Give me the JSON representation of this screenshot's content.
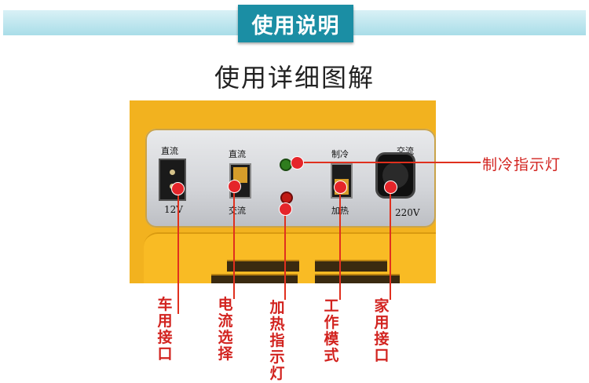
{
  "header": {
    "title": "使用说明"
  },
  "subtitle": "使用详细图解",
  "panel": {
    "labels": {
      "dc_left": "直流",
      "v12": "12V",
      "dc_switch_top": "直流",
      "dc_switch_bottom": "交流",
      "mode_top": "制冷",
      "mode_bottom": "加热",
      "ac_top": "交流",
      "v220": "220V"
    }
  },
  "callouts": {
    "cooling_light": "制冷指示灯",
    "car_port": "车用接口",
    "power_select": "电流选择",
    "heating_light": "加热指示灯",
    "work_mode": "工作模式",
    "home_port": "家用接口"
  },
  "colors": {
    "banner": "#1b8ea4",
    "callout_red": "#d2231f",
    "device_yellow": "#f2b21f",
    "green_led": "#2f7d1e",
    "red_led": "#c01a14"
  }
}
